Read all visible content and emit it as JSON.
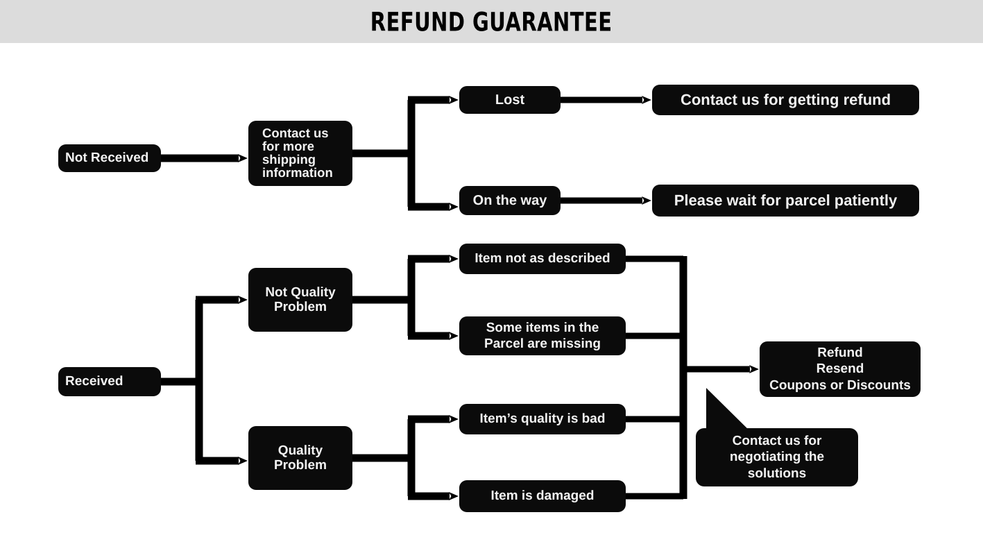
{
  "header": {
    "title": "REFUND GUARANTEE",
    "background": "#dcdcdc"
  },
  "theme": {
    "node_fill": "#0b0b0b",
    "node_text": "#f2f2f2",
    "connector": "#000000",
    "page_background": "#ffffff"
  },
  "chart_data": {
    "type": "diagram",
    "title": "REFUND GUARANTEE",
    "nodes": [
      {
        "id": "not_received",
        "label": "Not Received"
      },
      {
        "id": "contact_shipping",
        "label": "Contact us for more shipping information"
      },
      {
        "id": "lost",
        "label": "Lost"
      },
      {
        "id": "refund_contact",
        "label": "Contact us for getting refund"
      },
      {
        "id": "on_the_way",
        "label": "On the way"
      },
      {
        "id": "wait_parcel",
        "label": "Please wait for parcel patiently"
      },
      {
        "id": "received",
        "label": "Received"
      },
      {
        "id": "not_quality",
        "label": "Not Quality Problem"
      },
      {
        "id": "quality",
        "label": "Quality Problem"
      },
      {
        "id": "not_described",
        "label": "Item not as described"
      },
      {
        "id": "missing",
        "label": "Some items in the Parcel are missing"
      },
      {
        "id": "bad_quality",
        "label": "Item’s quality is bad"
      },
      {
        "id": "damaged",
        "label": "Item is damaged"
      },
      {
        "id": "refund_final",
        "label": "Refund Resend Coupons or Discounts"
      },
      {
        "id": "negotiate",
        "label": "Contact us for negotiating the solutions"
      }
    ],
    "edges": [
      {
        "from": "not_received",
        "to": "contact_shipping"
      },
      {
        "from": "contact_shipping",
        "to": "lost"
      },
      {
        "from": "contact_shipping",
        "to": "on_the_way"
      },
      {
        "from": "lost",
        "to": "refund_contact"
      },
      {
        "from": "on_the_way",
        "to": "wait_parcel"
      },
      {
        "from": "received",
        "to": "not_quality"
      },
      {
        "from": "received",
        "to": "quality"
      },
      {
        "from": "not_quality",
        "to": "not_described"
      },
      {
        "from": "not_quality",
        "to": "missing"
      },
      {
        "from": "quality",
        "to": "bad_quality"
      },
      {
        "from": "quality",
        "to": "damaged"
      },
      {
        "from": "not_described",
        "to": "refund_final"
      },
      {
        "from": "missing",
        "to": "refund_final"
      },
      {
        "from": "bad_quality",
        "to": "refund_final"
      },
      {
        "from": "damaged",
        "to": "refund_final"
      }
    ]
  },
  "nodes": {
    "not_received": {
      "label": "Not Received"
    },
    "contact_shipping": {
      "line1": "Contact us",
      "line2": "for more",
      "line3": "shipping",
      "line4": "information"
    },
    "lost": {
      "label": "Lost"
    },
    "refund_contact": {
      "label": "Contact us for getting refund"
    },
    "on_the_way": {
      "label": "On the way"
    },
    "wait_parcel": {
      "label": "Please wait for parcel patiently"
    },
    "received": {
      "label": "Received"
    },
    "not_quality": {
      "line1": "Not Quality",
      "line2": "Problem"
    },
    "quality": {
      "line1": "Quality",
      "line2": "Problem"
    },
    "not_described": {
      "label": "Item not as described"
    },
    "missing": {
      "line1": "Some items in the",
      "line2": "Parcel are missing"
    },
    "bad_quality": {
      "label": "Item’s quality is bad"
    },
    "damaged": {
      "label": "Item is damaged"
    },
    "refund_final": {
      "line1": "Refund",
      "line2": "Resend",
      "line3": "Coupons or Discounts"
    },
    "negotiate": {
      "line1": "Contact us for",
      "line2": "negotiating the",
      "line3": "solutions"
    }
  }
}
